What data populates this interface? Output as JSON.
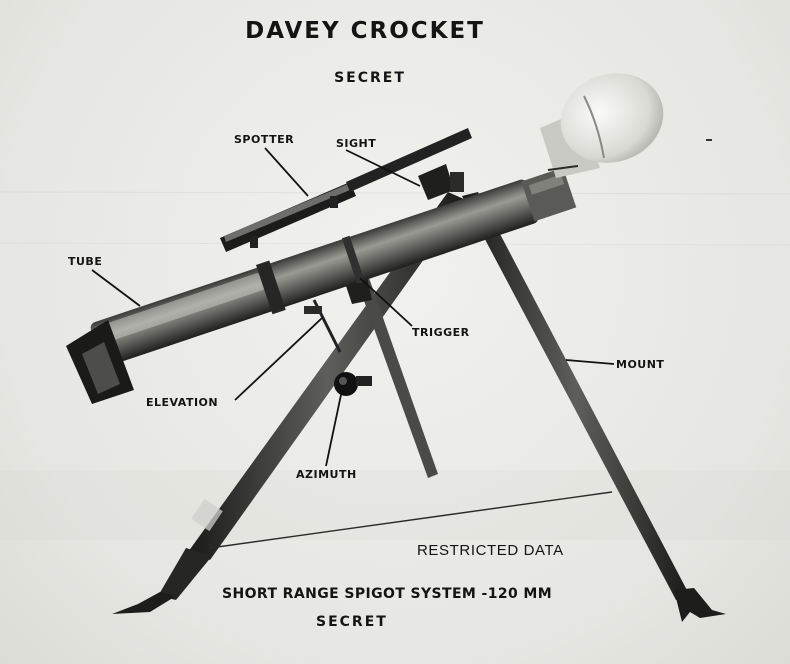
{
  "document": {
    "title": "DAVEY CROCKET",
    "classification_top": "SECRET",
    "classification_bottom": "SECRET",
    "caption": "SHORT RANGE SPIGOT SYSTEM -120 MM",
    "marking": "RESTRICTED DATA"
  },
  "callouts": {
    "spotter": "SPOTTER",
    "sight": "SIGHT",
    "tube": "TUBE",
    "trigger": "TRIGGER",
    "mount": "MOUNT",
    "elevation": "ELEVATION",
    "azimuth": "AZIMUTH"
  }
}
